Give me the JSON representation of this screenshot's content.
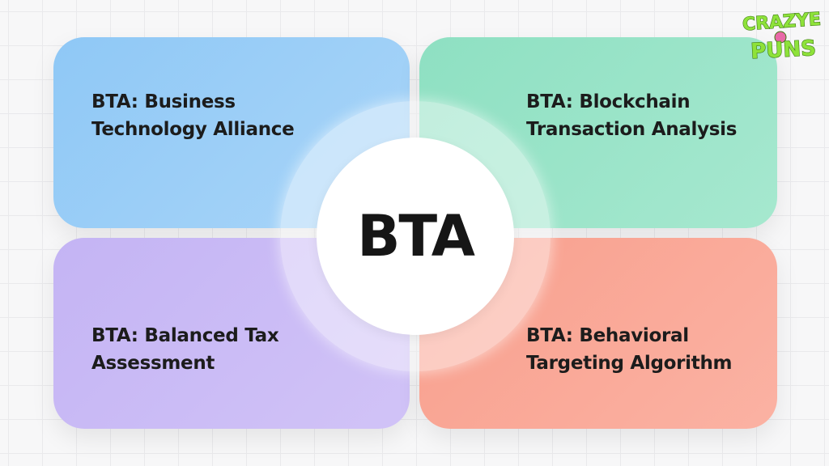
{
  "diagram": {
    "center": "BTA",
    "quadrants": {
      "top_left": {
        "line1": "BTA: Business",
        "line2": "Technology Alliance",
        "color": "#9ccdf7"
      },
      "top_right": {
        "line1": "BTA: Blockchain",
        "line2": "Transaction Analysis",
        "color": "#9ae4c8"
      },
      "bottom_left": {
        "line1": "BTA: Balanced Tax",
        "line2": "Assessment",
        "color": "#cbbcf6"
      },
      "bottom_right": {
        "line1": "BTA: Behavioral",
        "line2": "Targeting Algorithm",
        "color": "#f9a898"
      }
    }
  },
  "logo": {
    "line1": "CRAZYE",
    "line2": "PUNS",
    "color": "#8ee23a"
  }
}
